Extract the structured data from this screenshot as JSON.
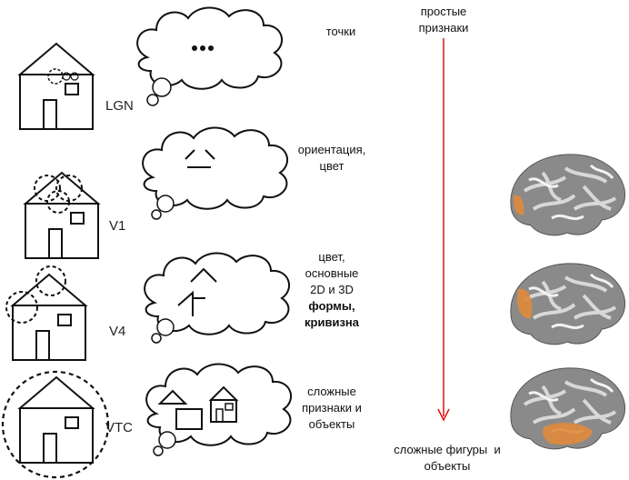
{
  "rows": [
    {
      "area": "LGN",
      "desc": [
        "точки"
      ]
    },
    {
      "area": "V1",
      "desc": [
        "ориентация,",
        "цвет"
      ]
    },
    {
      "area": "V4",
      "desc": [
        "цвет,",
        "основные",
        "2D и 3D",
        "формы,",
        "кривизна"
      ]
    },
    {
      "area": "VTC",
      "desc": [
        "сложные",
        "признаки и",
        "объекты"
      ]
    }
  ],
  "hierarchy": {
    "top": [
      "простые",
      "признаки"
    ],
    "bottom": [
      "сложные фигуры  и",
      "объекты"
    ],
    "arrow_color": "#e01010"
  },
  "colors": {
    "highlight": "#e08a3c",
    "brain_gray": "#8a8a8a"
  }
}
